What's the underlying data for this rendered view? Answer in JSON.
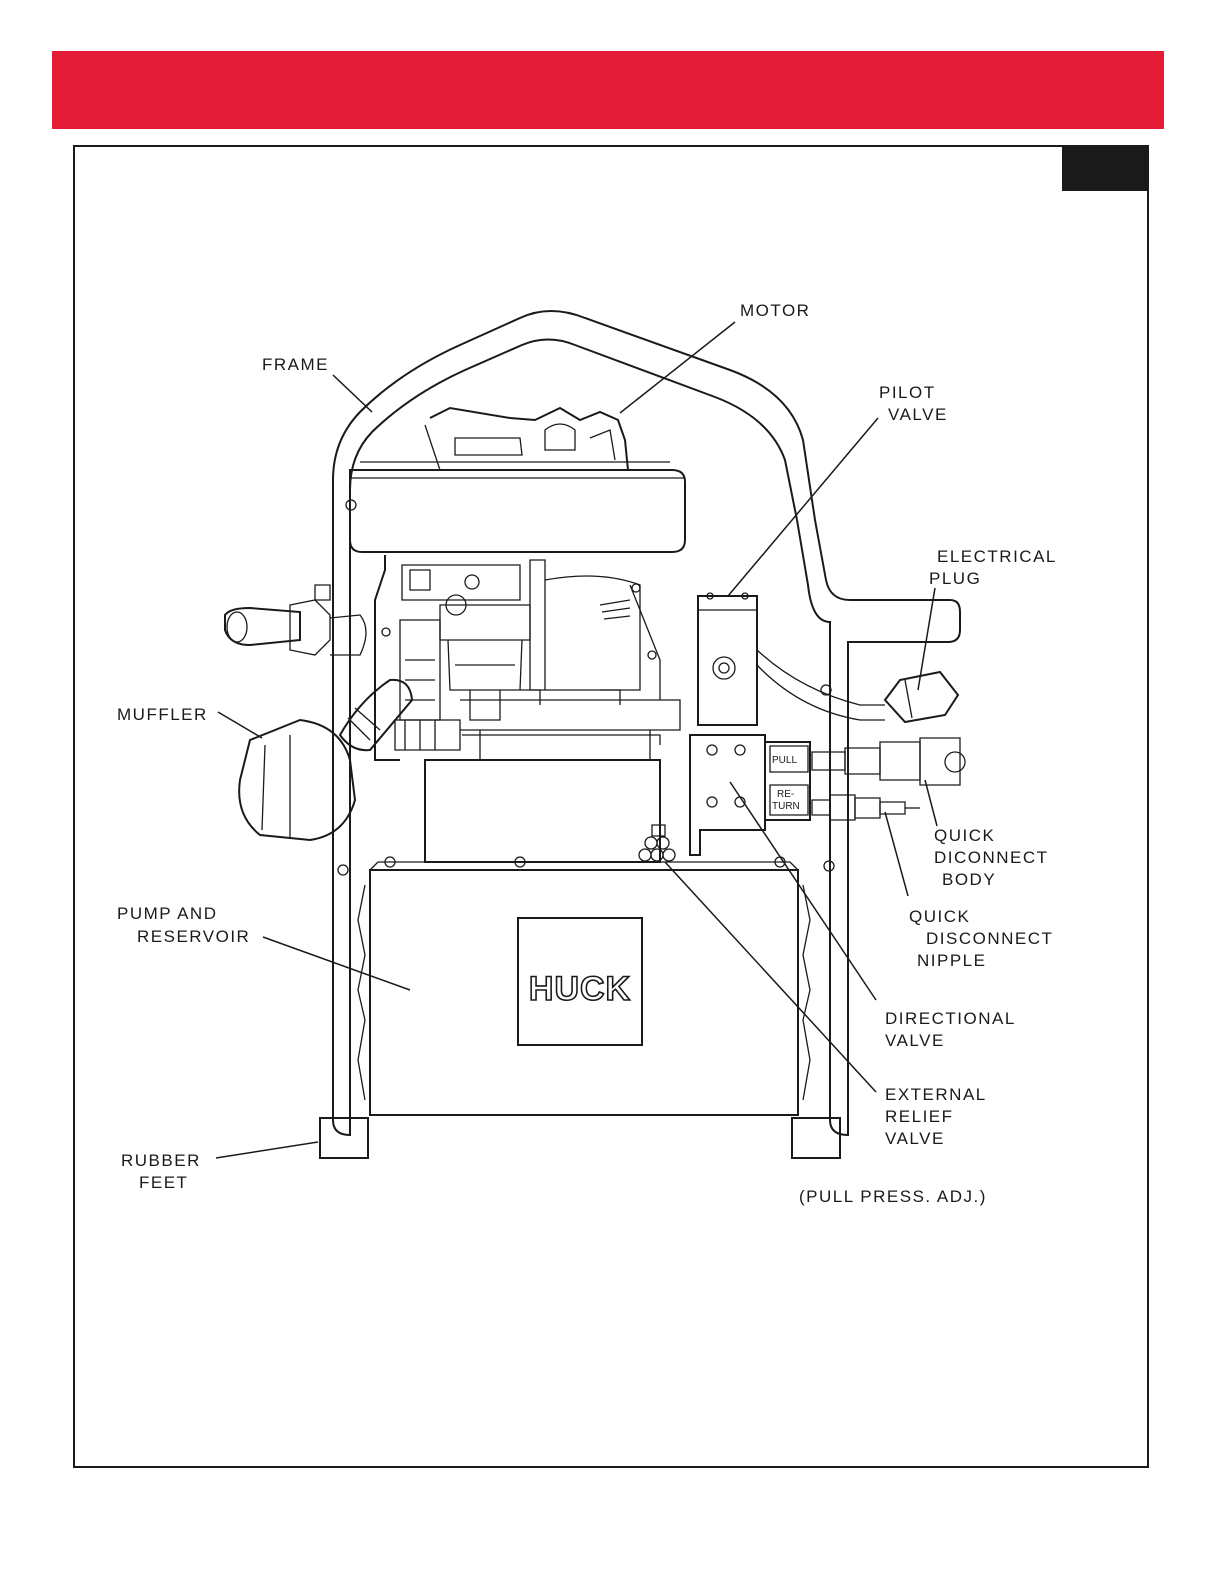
{
  "header": {
    "color": "#e31b36"
  },
  "diagram": {
    "labels": {
      "motor": "MOTOR",
      "frame": "FRAME",
      "pilot_valve": [
        "PILOT",
        "VALVE"
      ],
      "electrical_plug": [
        "ELECTRICAL",
        "PLUG"
      ],
      "muffler": "MUFFLER",
      "quick_disconnect_body": [
        "QUICK",
        "DICONNECT",
        "BODY"
      ],
      "quick_disconnect_nipple": [
        "QUICK",
        "DISCONNECT",
        "NIPPLE"
      ],
      "pump_and_reservoir": [
        "PUMP AND",
        "RESERVOIR"
      ],
      "directional_valve": [
        "DIRECTIONAL",
        "VALVE"
      ],
      "external_relief_valve": [
        "EXTERNAL",
        "RELIEF",
        "VALVE"
      ],
      "rubber_feet": [
        "RUBBER",
        "FEET"
      ],
      "pull_press_adj": "(PULL PRESS. ADJ.)"
    },
    "panel_labels": {
      "pull": "PULL",
      "return": [
        "RE-",
        "TURN"
      ]
    },
    "brand_logo": "HUCK"
  }
}
